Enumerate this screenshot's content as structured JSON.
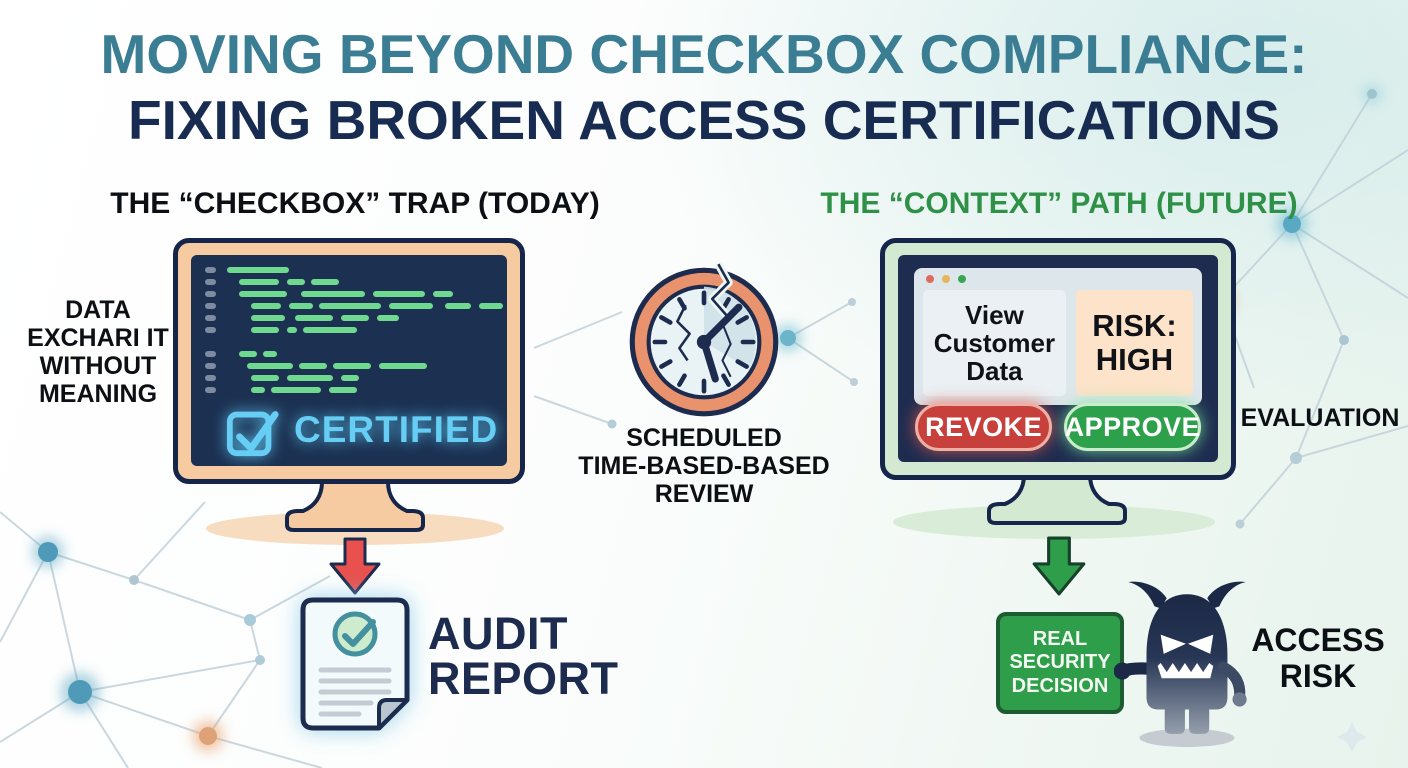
{
  "title": {
    "line1": "MOVING BEYOND CHECKBOX COMPLIANCE:",
    "line2": "FIXING BROKEN ACCESS CERTIFICATIONS"
  },
  "left_panel": {
    "heading": "THE “CHECKBOX” TRAP (TODAY)",
    "side_note": "DATA\nEXCHARI IT\nWITHOUT\nMEANING",
    "certified_label": "CERTIFIED",
    "audit_label": "AUDIT\nREPORT"
  },
  "middle": {
    "caption": "SCHEDULED\nTIME-BASED-BASED\nREVIEW"
  },
  "right_panel": {
    "heading": "THE “CONTEXT” PATH (FUTURE)",
    "window": {
      "access_card": "View\nCustomer\nData",
      "risk_card": "RISK:\nHIGH"
    },
    "revoke_label": "REVOKE",
    "approve_label": "APPROVE",
    "evaluation_label": "EVALUATION",
    "decision_label": "REAL\nSECURITY\nDECISION",
    "access_risk_label": "ACCESS\nRISK"
  },
  "colors": {
    "title_teal": "#3b7e94",
    "title_navy": "#182c52",
    "heading_green": "#2e9147",
    "monitor_frame_peach": "#f6cba2",
    "monitor_frame_green": "#d3e9d1",
    "screen_navy": "#1c3152",
    "code_green": "#6fd98f",
    "certified_cyan": "#66cdf5",
    "revoke_red": "#c8403b",
    "approve_green": "#2da04c",
    "risk_card_peach": "#fce3c9",
    "arrow_red": "#e8514e",
    "arrow_green": "#2f9e4a",
    "clock_ring_orange": "#e8936d"
  }
}
